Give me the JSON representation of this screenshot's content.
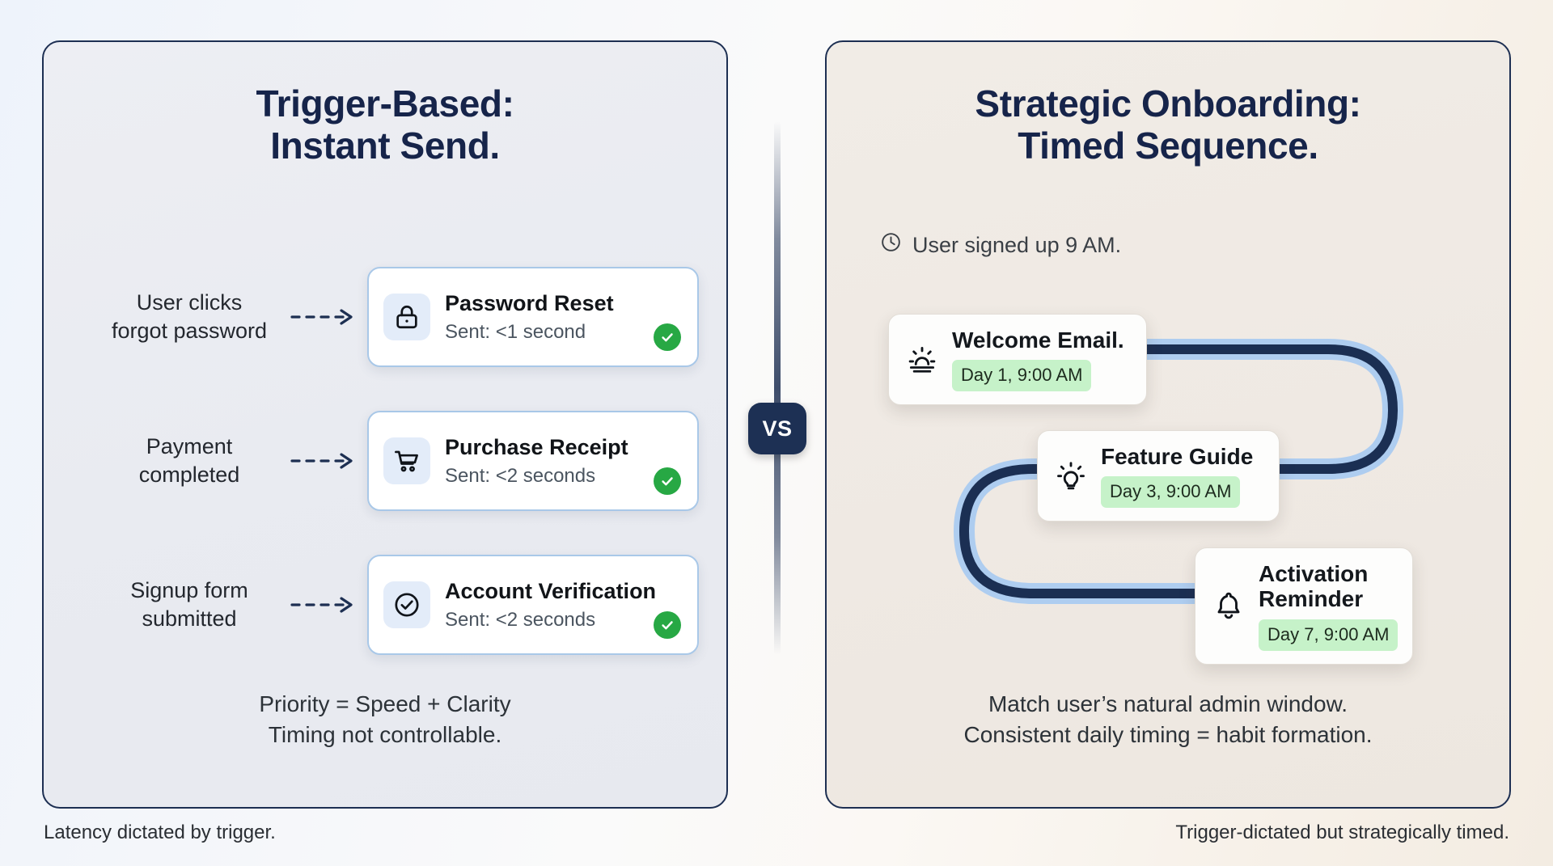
{
  "theme": {
    "navy": "#16244a",
    "card_border_blue": "#a9c8e8",
    "icon_tile_blue": "#e3ecf9",
    "check_green": "#27a844",
    "badge_green": "#c6f2c9",
    "left_panel_bg": "#edeef3",
    "right_panel_bg": "#f1ece6",
    "path_dark": "#1b2f53",
    "path_glow": "#aecdf0"
  },
  "left_panel": {
    "title_line1": "Trigger-Based:",
    "title_line2": "Instant Send.",
    "rows": [
      {
        "label_line1": "User clicks",
        "label_line2": "forgot password",
        "arrow": "dashed-arrow-right-icon",
        "icon": "lock-icon",
        "title": "Password Reset",
        "sub": "Sent: <1 second",
        "status": "check-circle-icon"
      },
      {
        "label_line1": "Payment",
        "label_line2": "completed",
        "arrow": "dashed-arrow-right-icon",
        "icon": "shopping-cart-icon",
        "title": "Purchase Receipt",
        "sub": "Sent: <2 seconds",
        "status": "check-circle-icon"
      },
      {
        "label_line1": "Signup form",
        "label_line2": "submitted",
        "arrow": "dashed-arrow-right-icon",
        "icon": "check-circle-outline-icon",
        "title": "Account Verification",
        "sub": "Sent: <2 seconds",
        "status": "check-circle-icon"
      }
    ],
    "summary_line1": "Priority = Speed + Clarity",
    "summary_line2": "Timing not controllable.",
    "caption": "Latency dictated by trigger."
  },
  "divider": {
    "vs_label": "VS"
  },
  "right_panel": {
    "title_line1": "Strategic Onboarding:",
    "title_line2": "Timed Sequence.",
    "signup_note": {
      "icon": "clock-icon",
      "text": "User signed up 9 AM."
    },
    "steps": [
      {
        "icon": "sunrise-icon",
        "title": "Welcome Email.",
        "badge": "Day 1, 9:00 AM"
      },
      {
        "icon": "lightbulb-icon",
        "title": "Feature Guide",
        "badge": "Day 3, 9:00 AM"
      },
      {
        "icon": "bell-icon",
        "title": "Activation\nReminder",
        "badge": "Day 7, 9:00 AM"
      }
    ],
    "summary_line1": "Match user’s natural admin window.",
    "summary_line2": "Consistent daily timing = habit formation.",
    "caption": "Trigger-dictated but strategically timed."
  }
}
